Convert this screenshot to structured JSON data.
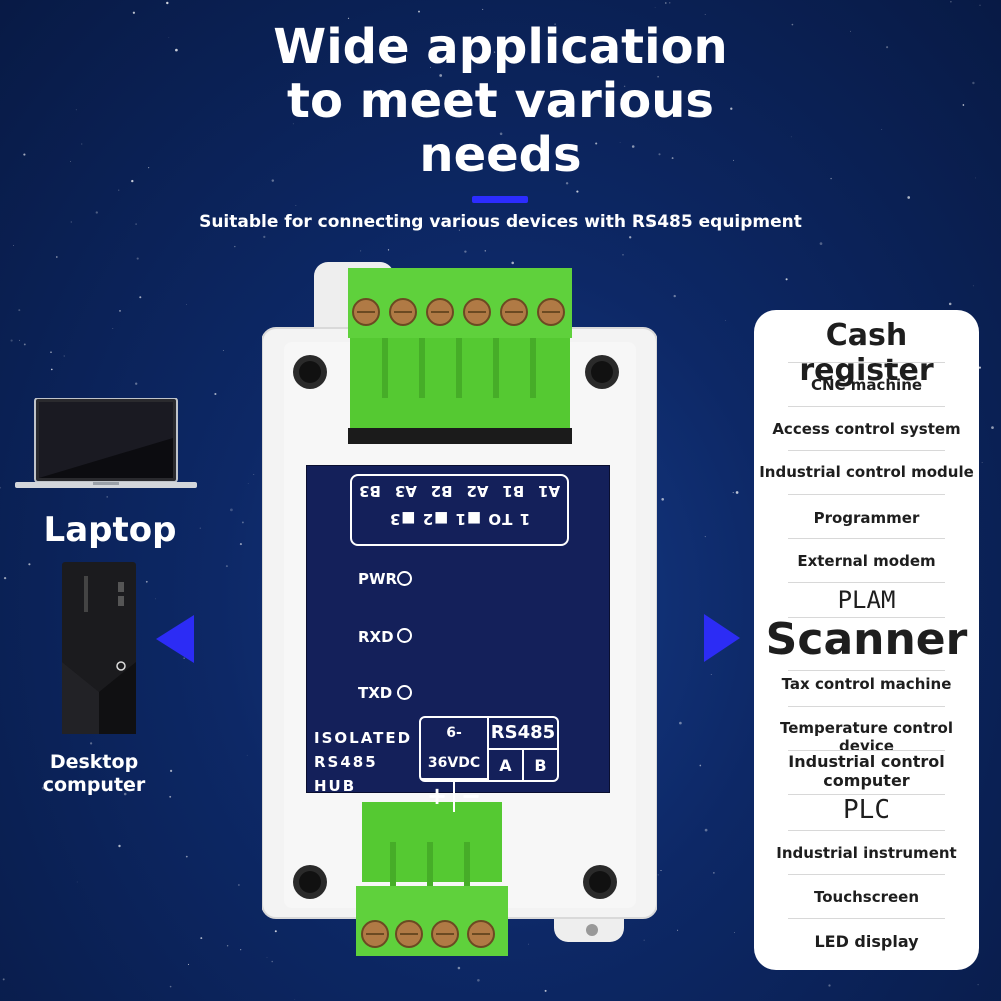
{
  "heading": {
    "lines": [
      "Wide application",
      "to meet various",
      "needs"
    ],
    "subtitle": "Suitable for connecting various devices with RS485 equipment"
  },
  "left_devices": {
    "laptop_label": "Laptop",
    "desktop_label_lines": [
      "Desktop",
      "computer"
    ]
  },
  "hub": {
    "pin_labels": [
      "A1",
      "B1",
      "A2",
      "B2",
      "A3",
      "B3"
    ],
    "pin_caption": "1 TO ■1 ■2 ■3",
    "leds": [
      "PWR",
      "RXD",
      "TXD"
    ],
    "name_lines": [
      "ISOLATED",
      "RS485 HUB"
    ],
    "power_label": "6-36VDC",
    "power_plus": "+",
    "power_minus": "−",
    "rs485_label": "RS485",
    "rs485_a": "A",
    "rs485_b": "B"
  },
  "applications": [
    "Cash register",
    "CNC machine",
    "Access control system",
    "Industrial control module",
    "Programmer",
    "External modem",
    "PLAM",
    "Scanner",
    "Tax control machine",
    "Temperature control device",
    "Industrial control computer",
    "PLC",
    "Industrial instrument",
    "Touchscreen",
    "LED display"
  ],
  "colors": {
    "background": "#0d2866",
    "accent_blue": "#2c2cf5",
    "terminal_green": "#5fd13c",
    "panel_navy": "#14205a",
    "case_white": "#f2f2f2"
  }
}
